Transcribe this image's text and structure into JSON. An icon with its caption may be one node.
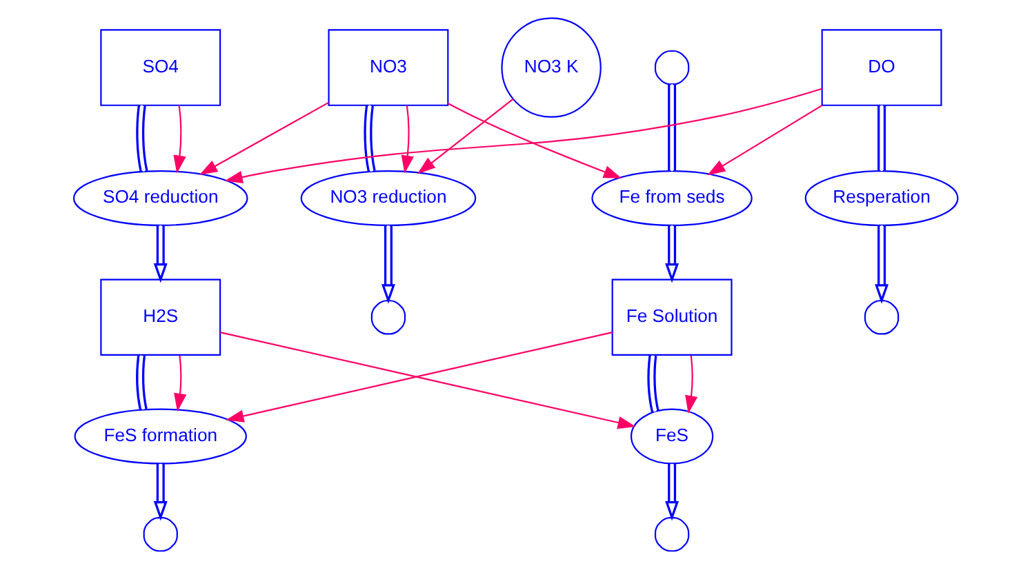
{
  "diagram": {
    "nodes": [
      {
        "text": [
          "SO4"
        ]
      },
      {
        "text": [
          "Fe Solution"
        ]
      },
      {
        "text": [
          "NO3 K"
        ]
      },
      {
        "text": [
          "SO4 reduction"
        ]
      },
      {
        "text": [
          "FeS"
        ]
      },
      {
        "text": [
          "Fe from seds"
        ]
      },
      {
        "text": [
          "NO3"
        ]
      },
      {
        "text": [
          "NO3 reduction"
        ]
      },
      {
        "text": [],
        "shape": "cloud"
      },
      {
        "text": [
          "H2S"
        ]
      },
      {
        "text": [],
        "shape": "cloud"
      },
      {
        "text": [],
        "shape": "cloud"
      },
      {
        "text": [
          "DO"
        ]
      },
      {
        "text": [
          "Resperation"
        ]
      },
      {
        "text": [],
        "shape": "cloud"
      },
      {
        "text": [
          "FeS formation"
        ]
      },
      {
        "text": [],
        "shape": "cloud"
      }
    ],
    "edges": [
      {
        "from": 0,
        "to": 3,
        "arrow": "none"
      },
      {
        "from": 3,
        "to": 9,
        "arrow": "to"
      },
      {
        "from": 9,
        "to": 15,
        "arrow": "none"
      },
      {
        "from": 15,
        "to": 16,
        "arrow": "to"
      },
      {
        "from": 1,
        "to": 4,
        "arrow": "none"
      },
      {
        "from": 4,
        "to": 10,
        "arrow": "to"
      },
      {
        "from": 11,
        "to": 5,
        "arrow": "none"
      },
      {
        "from": 5,
        "to": 1,
        "arrow": "to"
      },
      {
        "from": 6,
        "to": 7,
        "arrow": "none"
      },
      {
        "from": 7,
        "to": 8,
        "arrow": "to"
      },
      {
        "from": 12,
        "to": 13,
        "arrow": "none"
      },
      {
        "from": 13,
        "to": 14,
        "arrow": "to"
      },
      {
        "from": 0,
        "to": 3,
        "arrow": "to",
        "color": "#ff0066"
      },
      {
        "from": 6,
        "to": 3,
        "arrow": "to",
        "color": "#ff0066"
      },
      {
        "from": 12,
        "to": 3,
        "arrow": "to",
        "color": "#ff0066"
      },
      {
        "from": 9,
        "to": 4,
        "arrow": "to",
        "color": "#ff0066"
      },
      {
        "from": 9,
        "to": 15,
        "arrow": "to",
        "color": "#ff0066"
      },
      {
        "from": 1,
        "to": 4,
        "arrow": "to",
        "color": "#ff0066"
      },
      {
        "from": 1,
        "to": 15,
        "arrow": "to",
        "color": "#ff0066"
      },
      {
        "from": 6,
        "to": 5,
        "arrow": "to",
        "color": "#ff0066"
      },
      {
        "from": 12,
        "to": 5,
        "arrow": "to",
        "color": "#ff0066"
      },
      {
        "from": 6,
        "to": 7,
        "arrow": "to",
        "color": "#ff0066"
      },
      {
        "from": 2,
        "to": 7,
        "arrow": "to",
        "color": "#ff0066"
      }
    ]
  }
}
